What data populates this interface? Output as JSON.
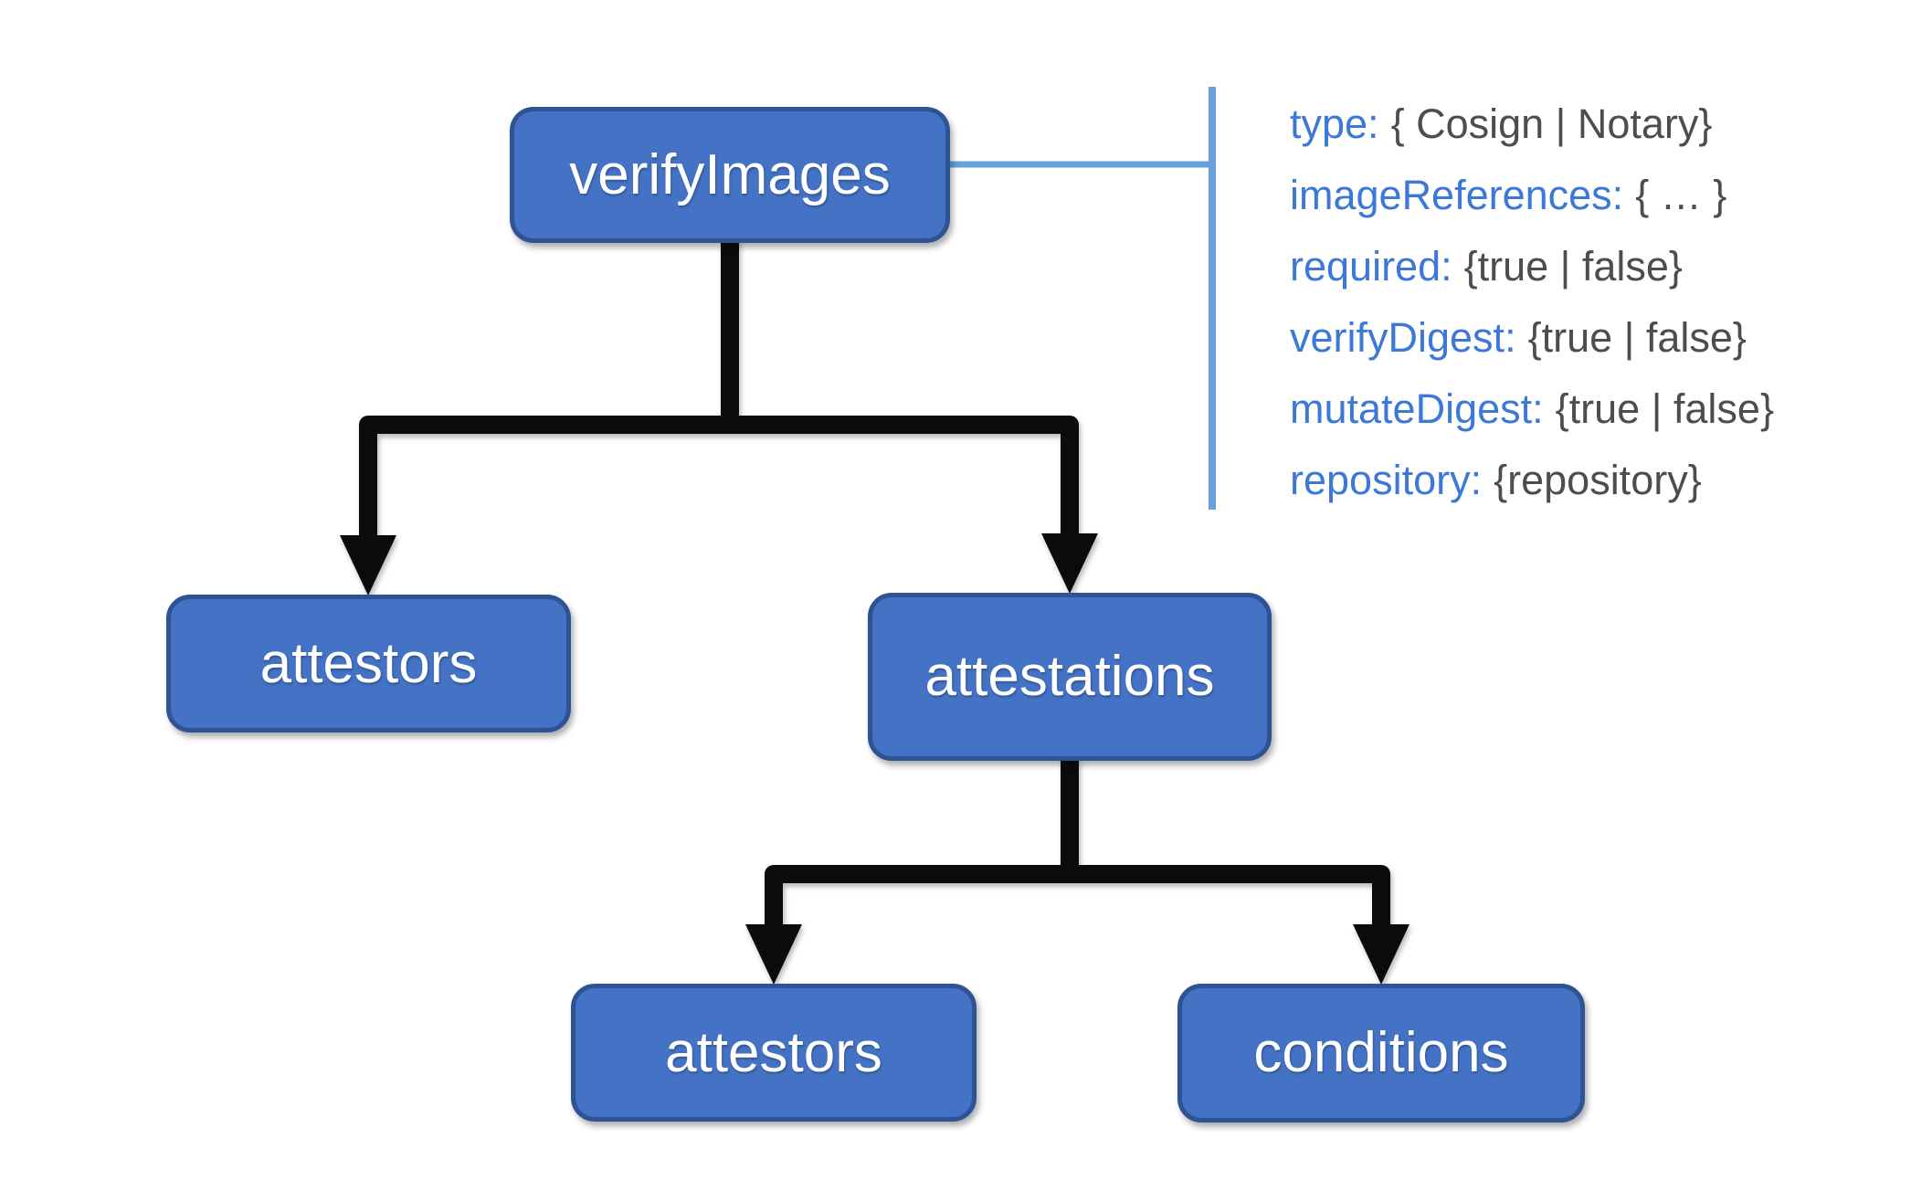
{
  "nodes": {
    "root": {
      "label": "verifyImages"
    },
    "attestors_left": {
      "label": "attestors"
    },
    "attestations": {
      "label": "attestations"
    },
    "attestors_bottom": {
      "label": "attestors"
    },
    "conditions": {
      "label": "conditions"
    }
  },
  "annotation": {
    "lines": [
      {
        "key": "type:",
        "value": "{ Cosign | Notary}"
      },
      {
        "key": "imageReferences:",
        "value": "{ … }"
      },
      {
        "key": "required:",
        "value": "{true | false}"
      },
      {
        "key": "verifyDigest:",
        "value": "{true | false}"
      },
      {
        "key": "mutateDigest:",
        "value": "{true | false}"
      },
      {
        "key": "repository:",
        "value": "{repository}"
      }
    ]
  },
  "colors": {
    "node_fill": "#4472c4",
    "node_border": "#2e5395",
    "node_text": "#ffffff",
    "connector_black": "#0b0b0b",
    "bracket_blue": "#67a0da",
    "annotation_key_blue": "#3c78d8",
    "annotation_value_gray": "#4d4d4f",
    "background": "#ffffff"
  }
}
